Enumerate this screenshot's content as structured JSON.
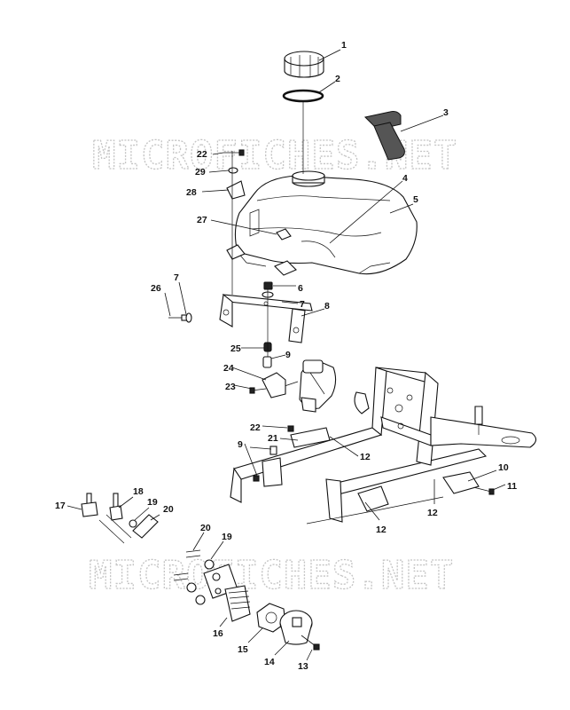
{
  "watermarks": [
    "MICROFICHES.NET",
    "MICROFICHES.NET"
  ],
  "callouts": [
    "1",
    "2",
    "3",
    "4",
    "5",
    "6",
    "7",
    "7",
    "8",
    "9",
    "9",
    "10",
    "11",
    "12",
    "12",
    "12",
    "13",
    "14",
    "15",
    "16",
    "17",
    "18",
    "19",
    "19",
    "20",
    "20",
    "21",
    "22",
    "22",
    "23",
    "24",
    "25",
    "26",
    "27",
    "28",
    "29"
  ],
  "colors": {
    "line": "#111111",
    "watermark": "#c4c4c4",
    "background": "#ffffff"
  }
}
